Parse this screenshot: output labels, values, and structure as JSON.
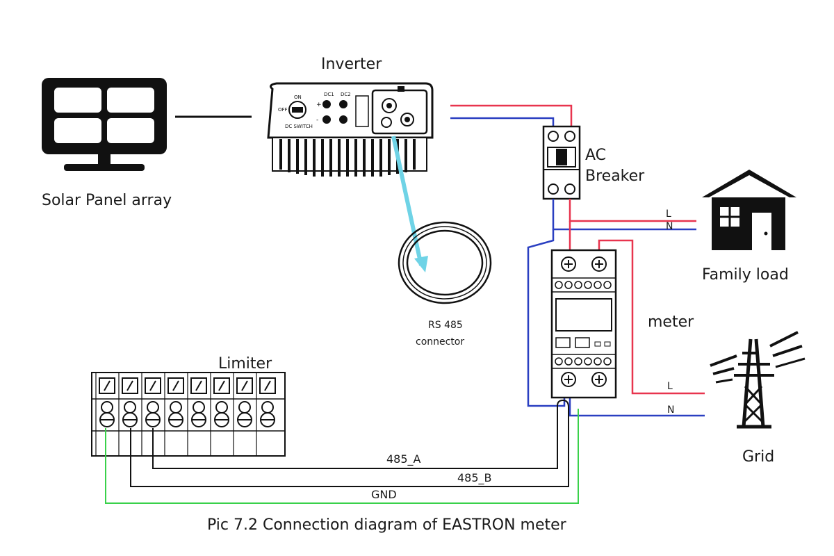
{
  "labels": {
    "inverter": "Inverter",
    "solar_panel": "Solar Panel array",
    "ac_breaker_line1": "AC",
    "ac_breaker_line2": "Breaker",
    "family_load": "Family load",
    "meter": "meter",
    "grid": "Grid",
    "limiter": "Limiter",
    "rs485_line1": "RS 485",
    "rs485_line2": "connector",
    "wire_485a": "485_A",
    "wire_485b": "485_B",
    "wire_gnd": "GND",
    "load_L": "L",
    "load_N": "N",
    "grid_L": "L",
    "grid_N": "N",
    "caption": "Pic 7.2 Connection diagram of EASTRON meter"
  },
  "colors": {
    "live": "#e8344e",
    "neutral": "#2a3fc1",
    "gnd": "#39d14a",
    "rs485_arrow": "#6fd3e6",
    "ink": "#111111"
  },
  "limiter_terminals": 8
}
